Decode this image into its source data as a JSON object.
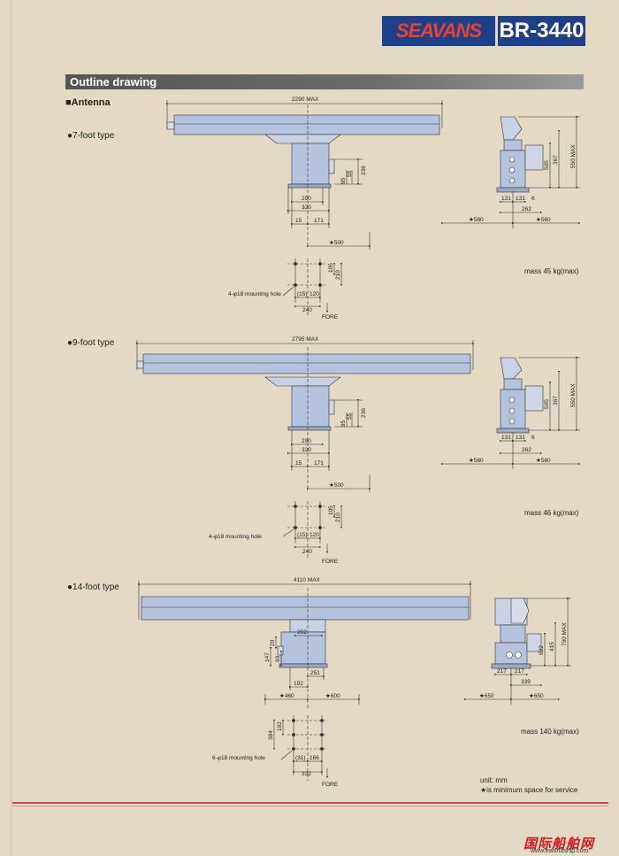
{
  "header": {
    "brand_logo": "SEAVANS",
    "model": "BR-3440"
  },
  "section_title": "Outline drawing",
  "subsection": "■Antenna",
  "types": [
    {
      "label": "●7-foot type",
      "width_label": "2290 MAX",
      "dims": [
        "290",
        "320",
        "15",
        "171",
        "★500",
        "236",
        "95",
        "55"
      ],
      "mount": {
        "hole": "4-φ18 mounting hole",
        "d105": "105",
        "d210": "210",
        "d15": "(15)",
        "d120": "120",
        "d240": "240",
        "fore": "FORE"
      },
      "side": {
        "h505": "505",
        "h367": "367",
        "h550": "550 MAX",
        "w131a": "131",
        "w131b": "131",
        "w6": "6",
        "w262": "262",
        "s560a": "★560",
        "s560b": "★560"
      },
      "mass": "mass 45 kg(max)"
    },
    {
      "label": "●9-foot type",
      "width_label": "2795 MAX",
      "dims": [
        "290",
        "320",
        "15",
        "171",
        "★500",
        "236",
        "95",
        "55"
      ],
      "mount": {
        "hole": "4-φ18 mounting hole",
        "d105": "105",
        "d210": "210",
        "d15": "(15)",
        "d120": "120",
        "d240": "240",
        "fore": "FORE"
      },
      "side": {
        "h505": "505",
        "h367": "367",
        "h550": "550 MAX",
        "w131a": "131",
        "w131b": "131",
        "w6": "6",
        "w262": "262",
        "s560a": "★560",
        "s560b": "★560"
      },
      "mass": "mass 46 kg(max)"
    },
    {
      "label": "●14-foot type",
      "width_label": "4110 MAX",
      "dims": [
        "202",
        "20",
        "147",
        "93",
        "251",
        "192",
        "217",
        "★460",
        "★600"
      ],
      "mount": {
        "hole": "6-φ18 mounting hole",
        "d384": "384",
        "d192": "192",
        "d31": "(31)",
        "d166": "166",
        "d332": "332",
        "fore": "FORE"
      },
      "side": {
        "h622": "622",
        "h415": "415",
        "h790": "790 MAX",
        "w217a": "217",
        "w217b": "217",
        "w339": "339",
        "s650a": "★650",
        "s650b": "★650"
      },
      "mass": "mass 140 kg(max)"
    }
  ],
  "notes": {
    "unit": "unit: mm",
    "star": "★is minimum space for service"
  },
  "watermark": {
    "text": "国际船舶网",
    "url": "www.eworldship.com"
  },
  "colors": {
    "brand_blue": "#1e3f8a",
    "brand_red": "#e8442a",
    "antenna_fill": "#b6c3de",
    "page": "#e3d9c5"
  }
}
